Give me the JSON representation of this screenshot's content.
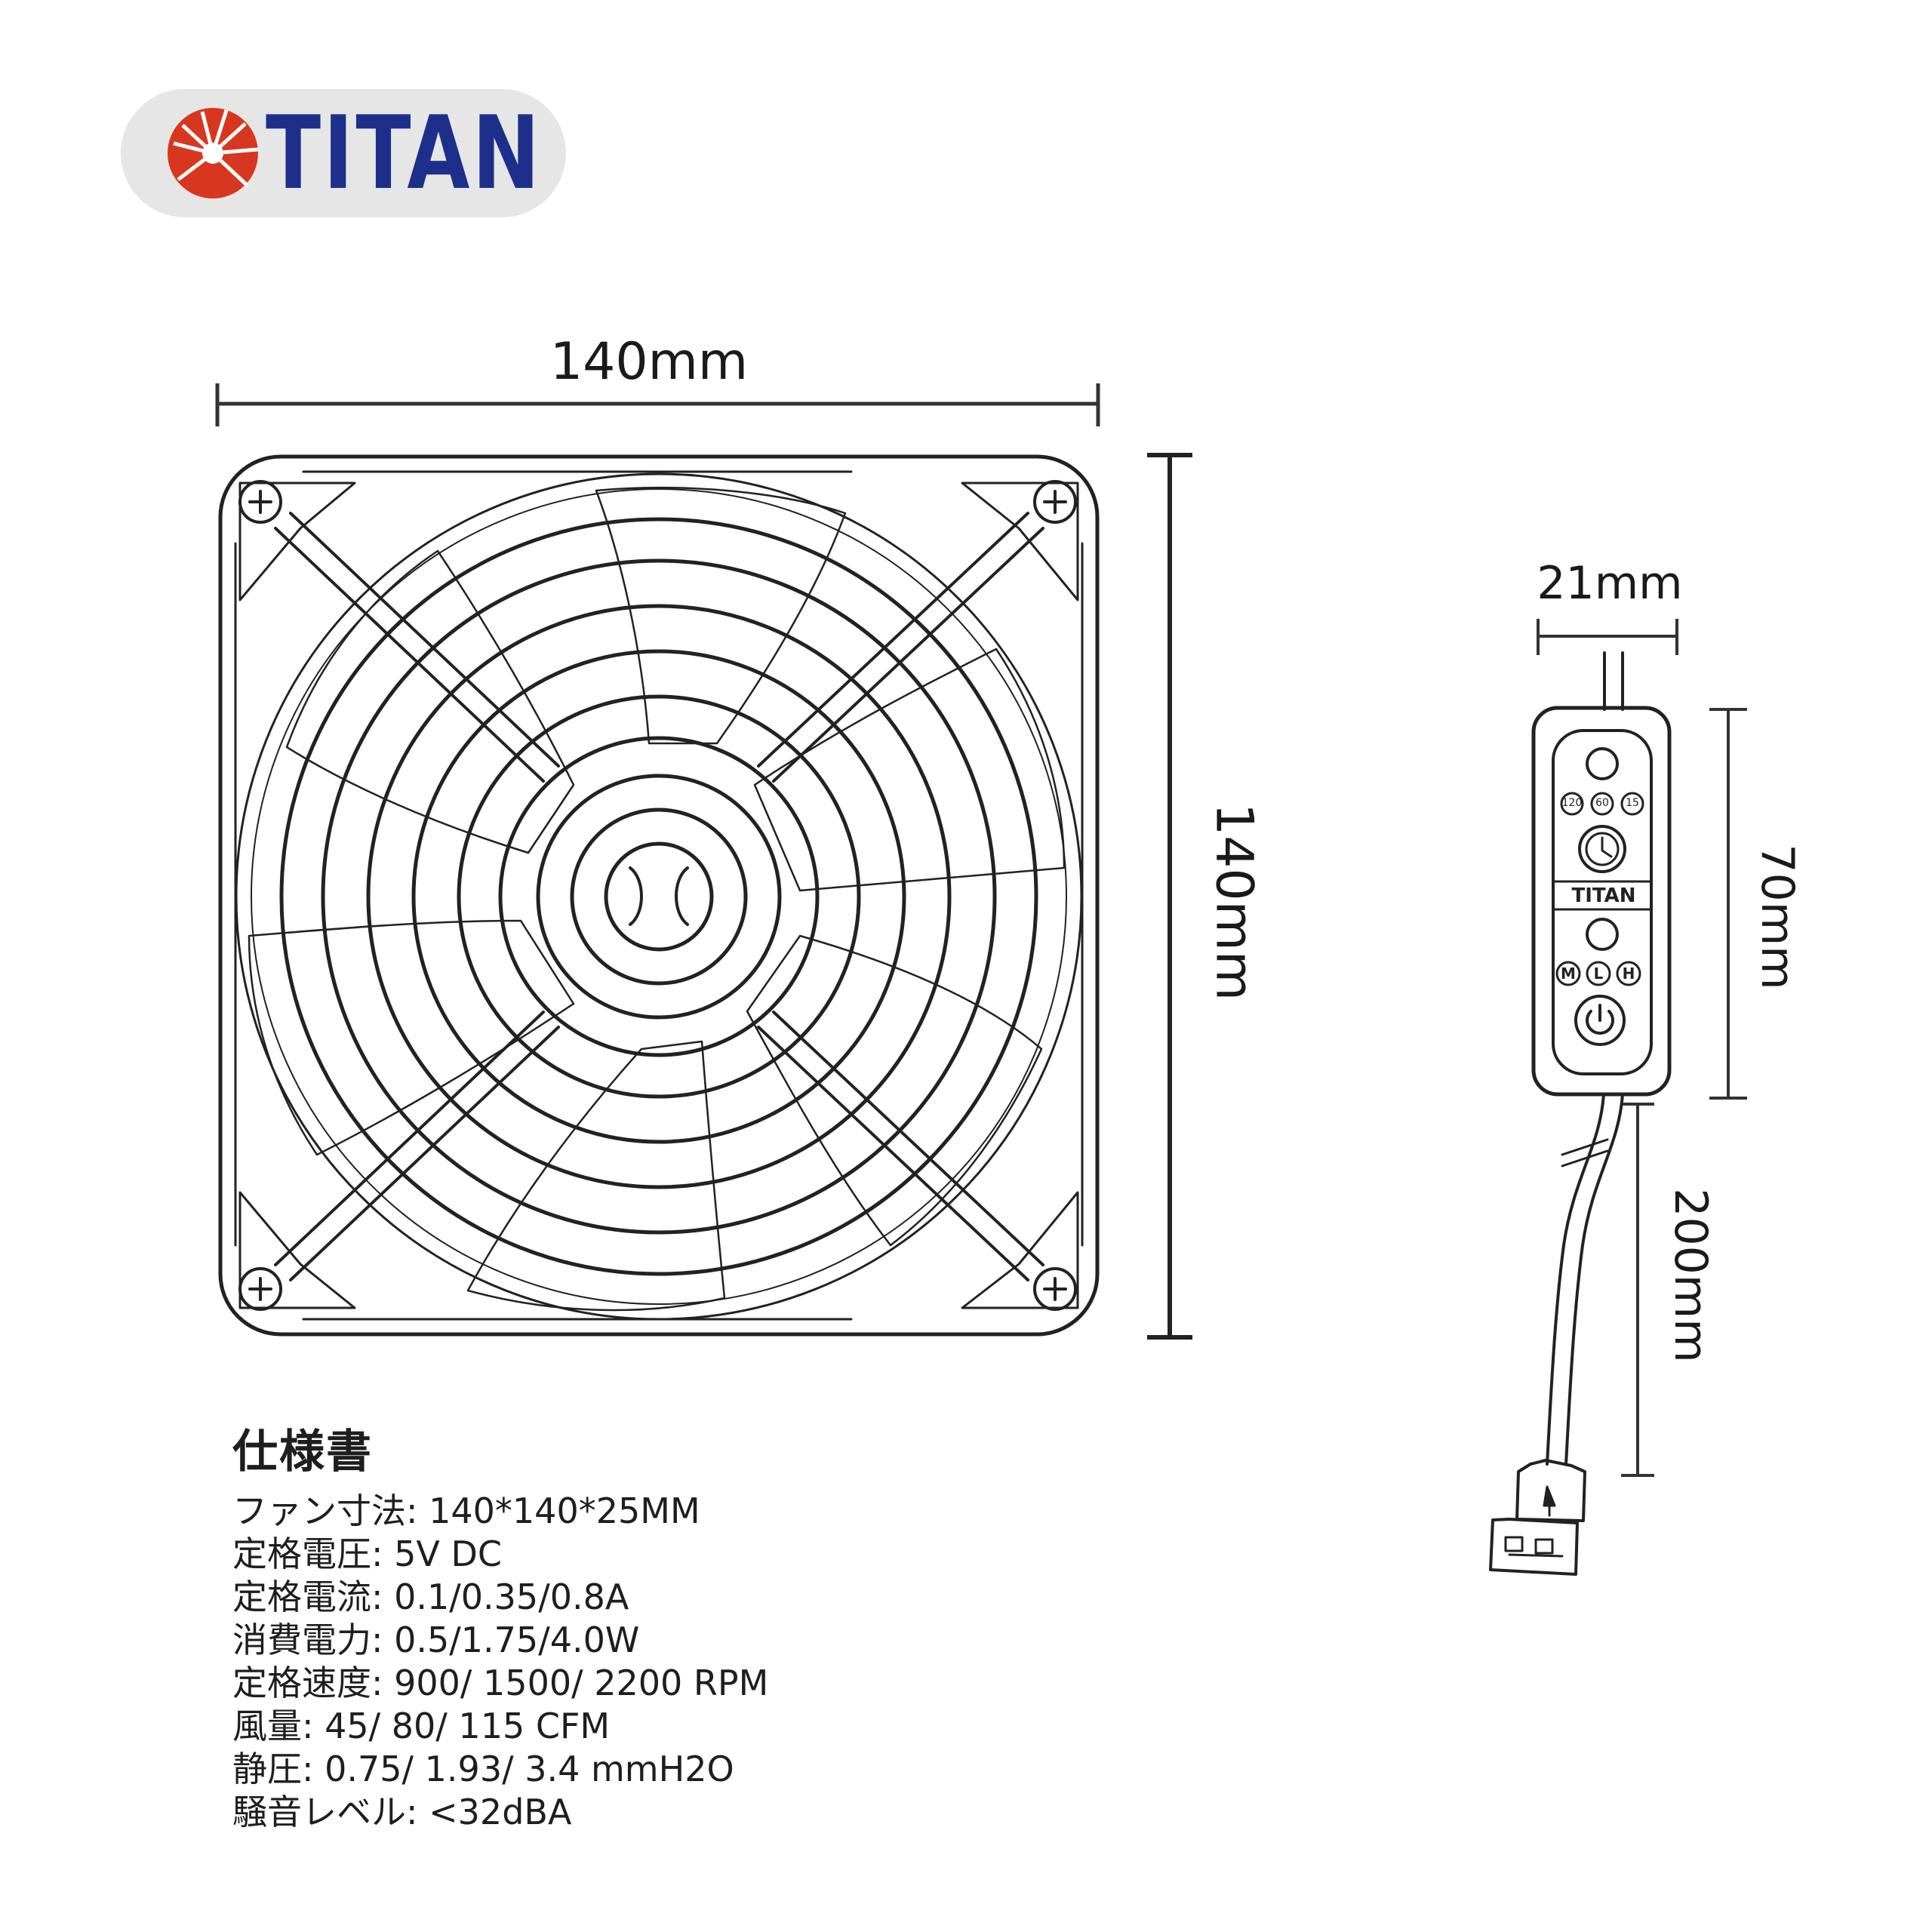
{
  "logo": {
    "brand": "TITAN",
    "colors": {
      "emblem": "#d8371f",
      "text": "#1d2f8a",
      "badge": "#e6e6e6"
    }
  },
  "fan": {
    "icon": "case-fan-icon",
    "width_label": "140mm",
    "height_label": "140mm"
  },
  "controller": {
    "icon": "usb-speed-controller-icon",
    "width_label": "21mm",
    "height_label": "70mm",
    "cable_label": "200mm",
    "timer_buttons": [
      "120",
      "60",
      "15"
    ],
    "speed_buttons": [
      "M",
      "L",
      "H"
    ],
    "brand": "TITAN"
  },
  "spec": {
    "title": "仕様書",
    "items": [
      "ファン寸法: 140*140*25MM",
      "定格電圧: 5V DC",
      "定格電流: 0.1/0.35/0.8A",
      "消費電力: 0.5/1.75/4.0W",
      "定格速度: 900/ 1500/ 2200 RPM",
      "風量: 45/ 80/ 115 CFM",
      "静圧: 0.75/ 1.93/ 3.4 mmH2O",
      "騒音レベル: <32dBA"
    ]
  }
}
